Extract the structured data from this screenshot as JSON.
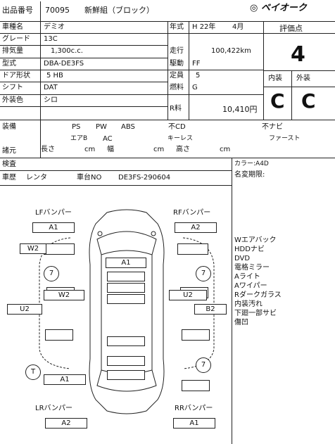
{
  "header": {
    "lot_label": "出品番号",
    "lot_number": "70095",
    "category": "新鮮組（ブロック）",
    "brand_logo_text": "ベイオーク"
  },
  "specs": {
    "car_name_label": "車種名",
    "car_name": "デミオ",
    "grade_label": "グレード",
    "grade": "13C",
    "displacement_label": "排気量",
    "displacement": "1,300c.c.",
    "model_label": "型式",
    "model": "DBA-DE3FS",
    "door_label": "ドア形状",
    "door": "5 HB",
    "shift_label": "シフト",
    "shift": "DAT",
    "color_label": "外装色",
    "color": "シロ",
    "year_label": "年式",
    "year": "H 22年",
    "month": "4月",
    "mileage_label": "走行",
    "mileage": "100,422km",
    "drive_label": "駆動",
    "drive": "FF",
    "capacity_label": "定員",
    "capacity": "5",
    "fuel_label": "燃料",
    "fuel": "G",
    "tax_label": "R料",
    "tax": "10,410円"
  },
  "rating": {
    "label": "評価点",
    "score": "4",
    "interior_label": "内装",
    "exterior_label": "外装",
    "interior": "C",
    "exterior": "C"
  },
  "equipment": {
    "label": "装備",
    "ps": "PS",
    "pw": "PW",
    "abs": "ABS",
    "cd": "不CD",
    "navi": "不ナビ",
    "ac": "エアB",
    "ac2": "AC",
    "keyless": "キーレス",
    "first": "ファースト"
  },
  "dims": {
    "label": "諸元",
    "length": "長さ",
    "width": "幅",
    "height": "高さ",
    "unit": "cm"
  },
  "inspection": {
    "label": "検査",
    "history_label": "車歴",
    "history": "レンタ",
    "chassis_label": "車台NO",
    "chassis": "DE3FS-290604",
    "color_code": "カラー:A4D",
    "name_change": "名変期限:"
  },
  "diagram": {
    "lf_label": "LFバンパー",
    "rf_label": "RFバンパー",
    "lr_label": "LRバンパー",
    "rr_label": "RRバンパー",
    "lf": "A1",
    "rf": "A2",
    "lr": "A2",
    "rr": "A1",
    "w2_left_top": "W2",
    "a1_center": "A1",
    "w2_left_mid": "W2",
    "u2_left": "U2",
    "u2_right": "U2",
    "b2_right": "B2",
    "a1_bottom_left": "A1",
    "tire_1": "7",
    "tire_2": "7",
    "tire_3": "7",
    "tire_t": "T"
  },
  "notes": [
    "Wエアバック",
    "HDDナビ",
    "DVD",
    "電格ミラー",
    "Aライト",
    "Aワイパー",
    "Rダークガラス",
    "内装汚れ",
    "下廻一部サビ",
    "傷凹"
  ]
}
